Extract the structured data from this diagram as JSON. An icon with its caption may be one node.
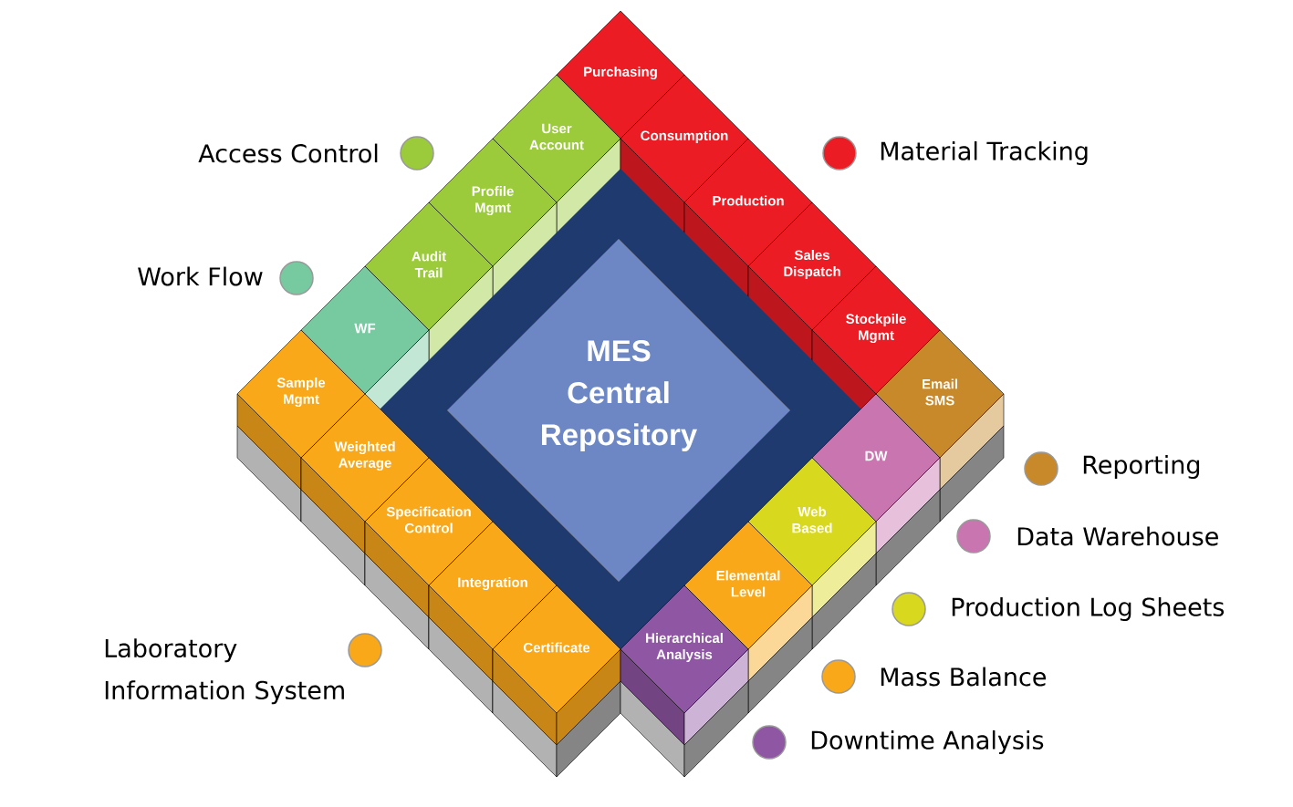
{
  "diagram": {
    "nodes": [
      {
        "text": [
          "MES Central Repository"
        ]
      },
      {
        "text": [
          "Purchasing"
        ]
      },
      {
        "text": [
          "User Account"
        ]
      },
      {
        "text": [
          "Consumption"
        ]
      },
      {
        "text": [
          "Profile Mgmt"
        ]
      },
      {
        "text": [
          "Production"
        ]
      },
      {
        "text": [
          "Audit Trail"
        ]
      },
      {
        "text": [
          "Sales Dispatch"
        ]
      },
      {
        "text": [
          "WF"
        ]
      },
      {
        "text": [
          "Stockpile Mgmt"
        ]
      },
      {
        "text": [
          "Sample Mgmt"
        ]
      },
      {
        "text": [
          "Email SMS"
        ]
      },
      {
        "text": [
          "Weighted Average"
        ]
      },
      {
        "text": [
          "DW"
        ]
      },
      {
        "text": [
          "Specification Control"
        ]
      },
      {
        "text": [
          "Web Based"
        ]
      },
      {
        "text": [
          "Integration"
        ]
      },
      {
        "text": [
          "Elemental Level"
        ]
      },
      {
        "text": [
          "Certificate"
        ]
      },
      {
        "text": [
          "Hierarchical Analysis"
        ]
      }
    ],
    "legend": [
      {
        "text": "Access Control",
        "color": "#9bcb3b"
      },
      {
        "text": "Material Tracking",
        "color": "#ec1c24"
      },
      {
        "text": "Work Flow",
        "color": "#77c9a0"
      },
      {
        "text": "Reporting",
        "color": "#c8892a"
      },
      {
        "text": "Data Warehouse",
        "color": "#c975b0"
      },
      {
        "text": "Production Log Sheets",
        "color": "#d8d81e"
      },
      {
        "text": "Laboratory Information System",
        "color": "#f9a81a"
      },
      {
        "text": "Mass Balance",
        "color": "#f9a81a"
      },
      {
        "text": "Downtime Analysis",
        "color": "#8f56a3"
      }
    ]
  }
}
